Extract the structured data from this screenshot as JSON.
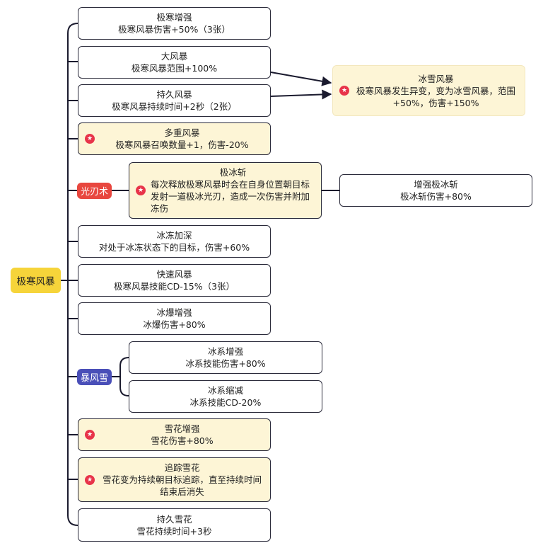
{
  "root": {
    "label": "极寒风暴"
  },
  "branches": {
    "blade": {
      "label": "光刃术"
    },
    "storm": {
      "label": "暴风雪"
    }
  },
  "nodes": {
    "n1": {
      "title": "极寒增强",
      "desc": "极寒风暴伤害+50%（3张）"
    },
    "n2": {
      "title": "大风暴",
      "desc": "极寒风暴范围+100%"
    },
    "n3": {
      "title": "持久风暴",
      "desc": "极寒风暴持续时间+2秒（2张）"
    },
    "n4": {
      "title": "多重风暴",
      "desc": "极寒风暴召唤数量+1，伤害-20%"
    },
    "n5": {
      "title": "极冰斩",
      "desc": "每次释放极寒风暴时会在自身位置朝目标发射一道极冰光刃，造成一次伤害并附加冻伤"
    },
    "n5b": {
      "title": "增强极冰斩",
      "desc": "极冰斩伤害+80%"
    },
    "n6": {
      "title": "冰冻加深",
      "desc": "对处于冰冻状态下的目标，伤害+60%"
    },
    "n7": {
      "title": "快速风暴",
      "desc": "极寒风暴技能CD-15%（3张）"
    },
    "n8": {
      "title": "冰爆增强",
      "desc": "冰爆伤害+80%"
    },
    "n9a": {
      "title": "冰系增强",
      "desc": "冰系技能伤害+80%"
    },
    "n9b": {
      "title": "冰系缩减",
      "desc": "冰系技能CD-20%"
    },
    "n10": {
      "title": "雪花增强",
      "desc": "雪花伤害+80%"
    },
    "n11": {
      "title": "追踪雪花",
      "desc": "雪花变为持续朝目标追踪，直至持续时间结束后消失"
    },
    "n12": {
      "title": "持久雪花",
      "desc": "雪花持续时间+3秒"
    },
    "fusion": {
      "title": "冰雪风暴",
      "desc": "极寒风暴发生异变，变为冰雪风暴，范围+50%，伤害+150%"
    }
  },
  "icons": {
    "star": "star-badge-icon",
    "star_color": "#e8344a"
  },
  "colors": {
    "highlight": "#fdf5d6",
    "root": "#f6d43a",
    "blade_tag": "#e8473f",
    "storm_tag": "#4a4fb8"
  }
}
